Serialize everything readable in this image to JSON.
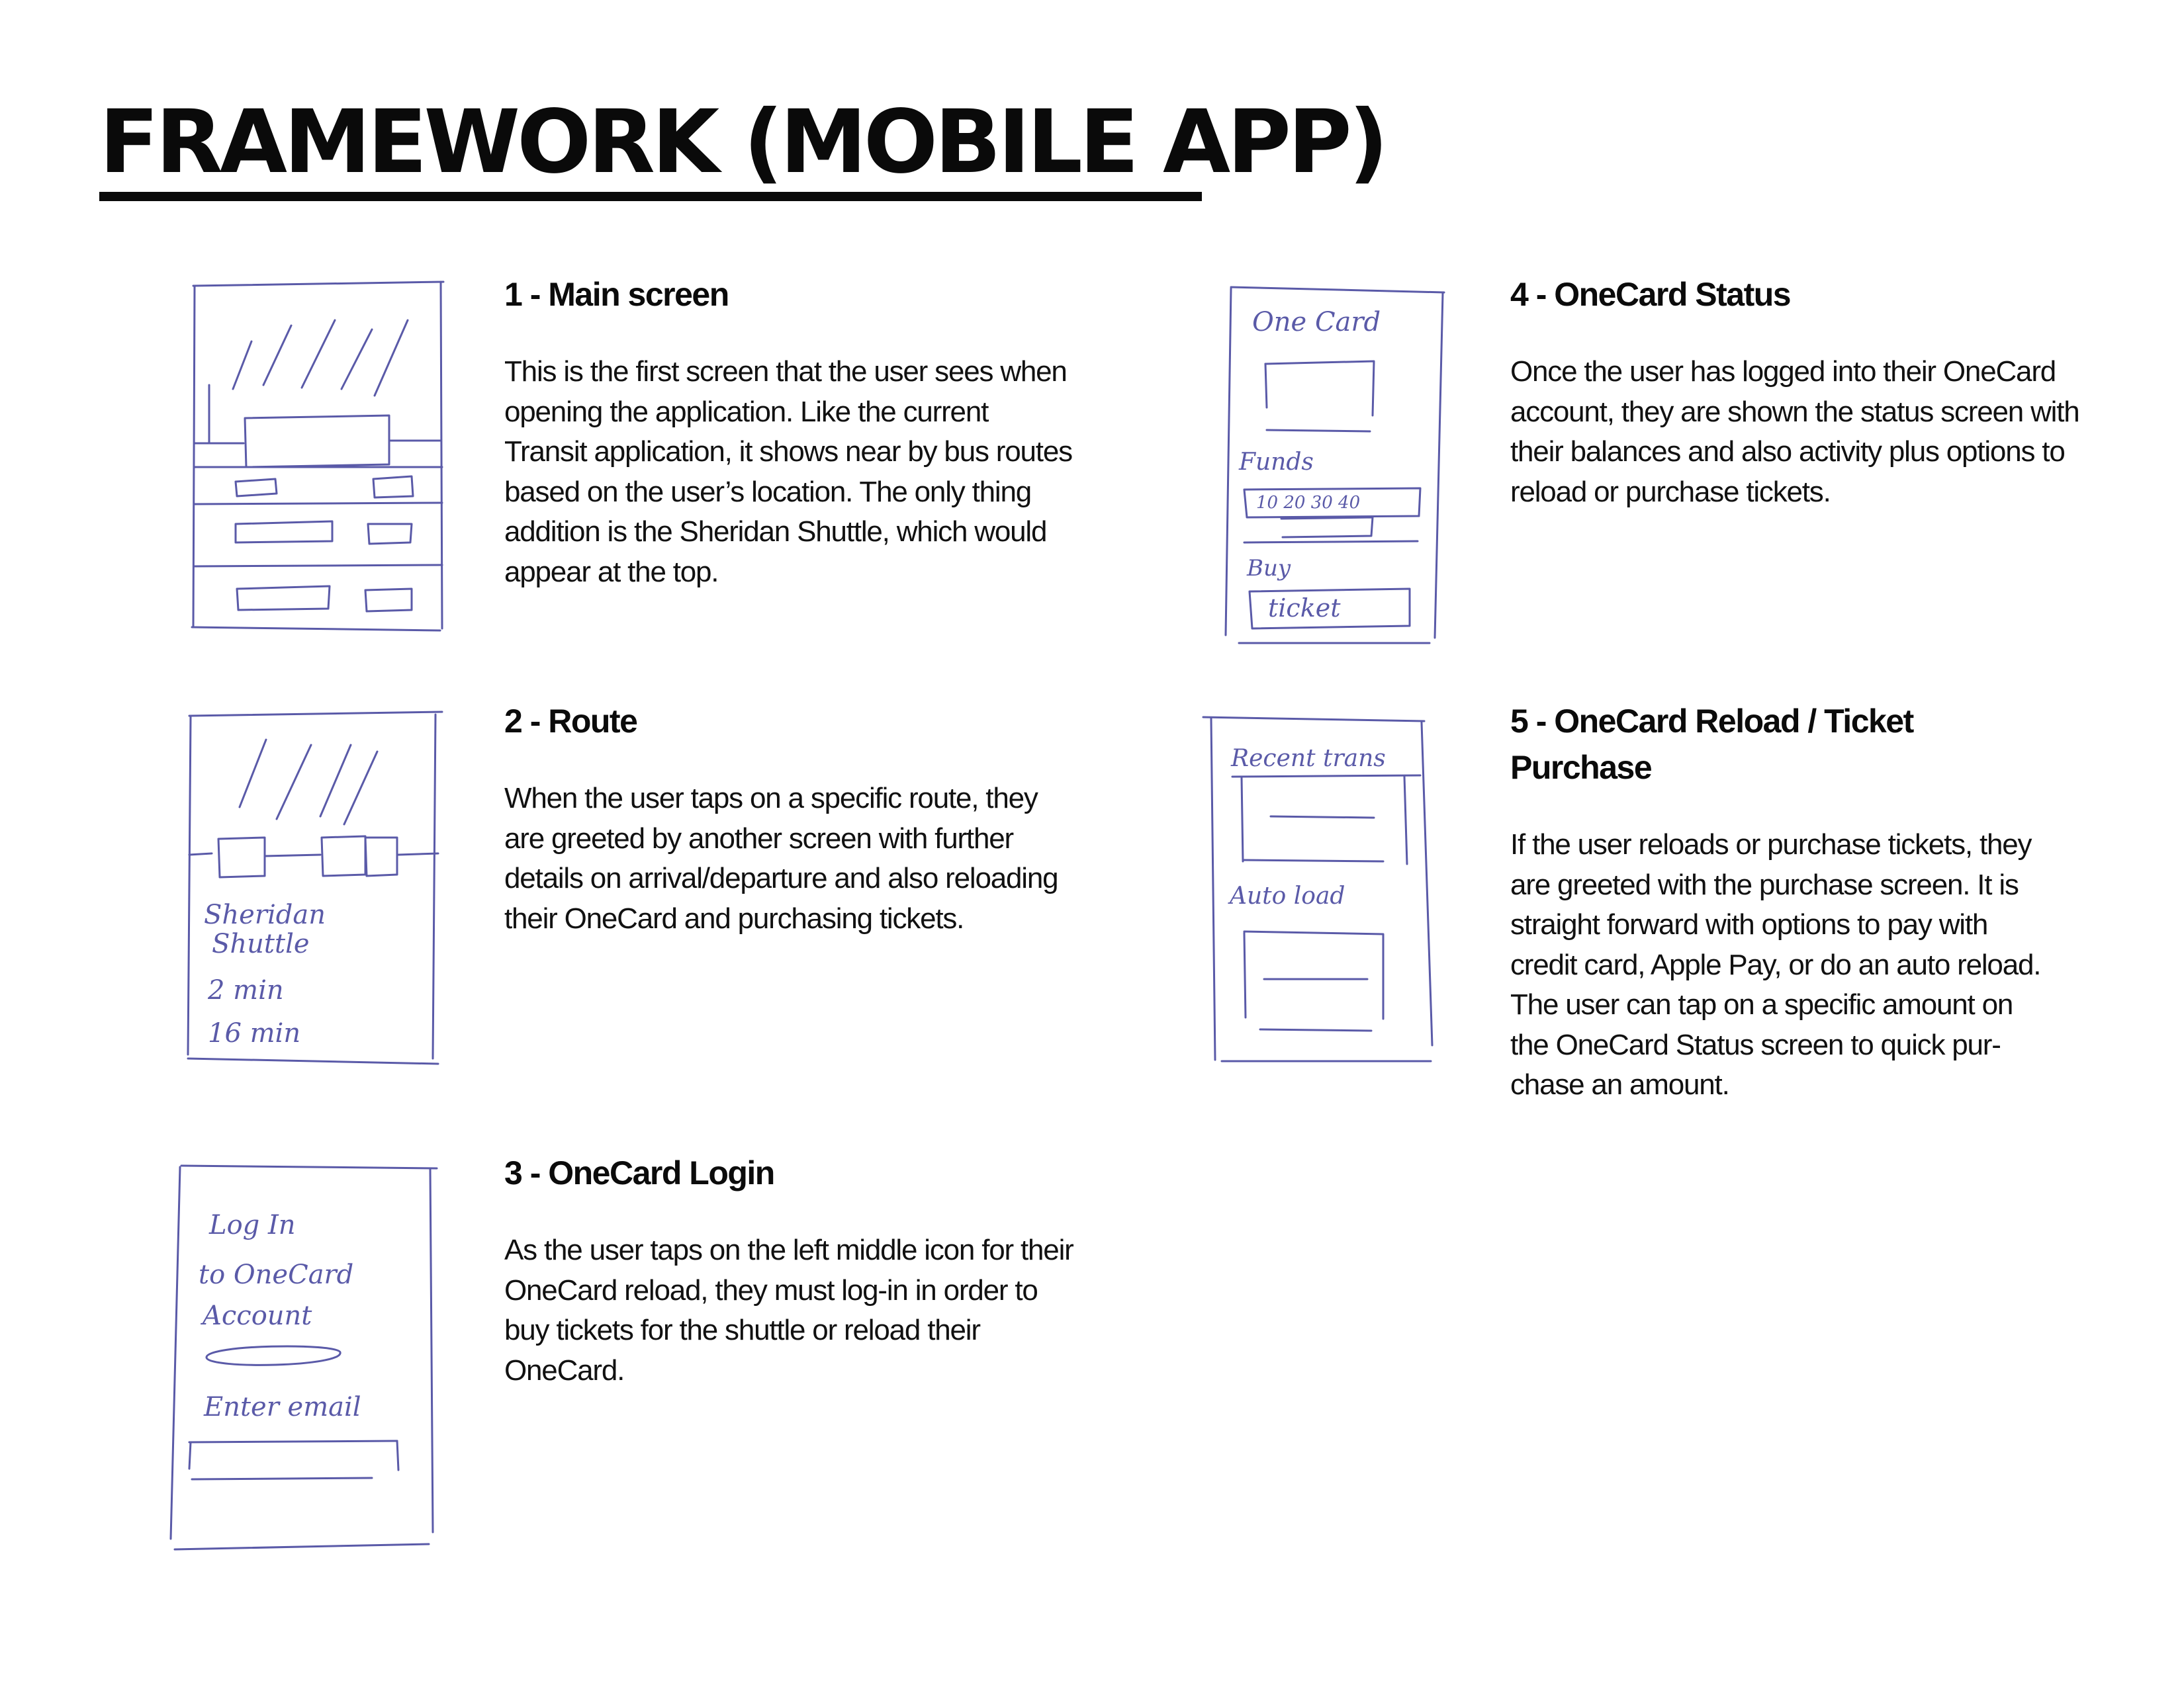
{
  "page": {
    "title": "FRAMEWORK (MOBILE APP)"
  },
  "sketches": {
    "route": {
      "label_line1": "Sheridan",
      "label_line2": "Shuttle",
      "time1": "2 min",
      "time2": "16 min"
    },
    "login": {
      "line1": "Log In",
      "line2": "to OneCard",
      "line3": "Account",
      "field_label": "Enter email"
    },
    "status": {
      "brand": "One Card",
      "funds_label": "Funds",
      "amounts": "10  20  30  40",
      "buy_label": "Buy",
      "ticket_label": "ticket"
    },
    "reload": {
      "recent_label": "Recent trans",
      "auto_label": "Auto load"
    }
  },
  "sections": [
    {
      "heading": "1 - Main screen",
      "body": "This is the first screen that the user sees when opening the application. Like the current Transit application, it shows near by bus routes based on the user’s location. The only thing addition is the Sheridan Shuttle, which would appear at the top."
    },
    {
      "heading": "2 - Route",
      "body": "When the user taps on a specific route, they are greeted by another screen with further details on arrival/departure and also reloading their OneCard and purchasing tickets."
    },
    {
      "heading": "3 - OneCard Login",
      "body": "As the user taps on the left middle icon for their OneCard reload, they must log-in in order to buy tickets for the shuttle or reload their OneCard."
    },
    {
      "heading": "4 - OneCard Status",
      "body": "Once the user has logged into their OneCard account, they are shown the status screen with their balances and also activity plus options to reload or purchase tickets."
    },
    {
      "heading": "5 - OneCard Reload / Ticket Purchase",
      "body": "If the user reloads or purchase tickets, they are greeted with the purchase screen. It is straight forward with options to pay with credit card, Apple Pay, or do an auto reload. The user can tap on a specific amount on the OneCard Status screen to quick pur-chase an amount."
    }
  ]
}
